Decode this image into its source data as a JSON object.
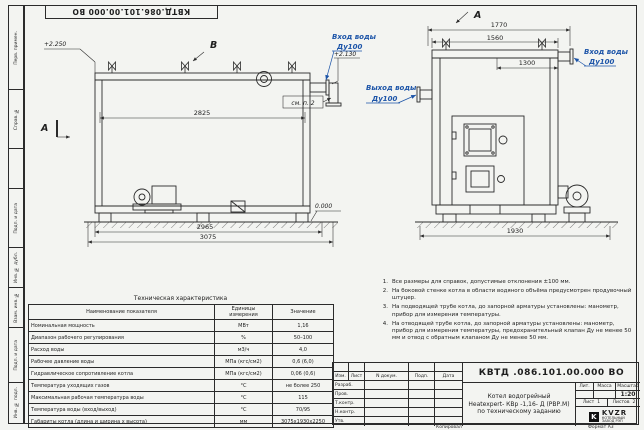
{
  "doc": {
    "number_top": "КВТД.086.101.00.000 ВО",
    "format": "Формат А3",
    "copied": "Копировал"
  },
  "frame_strip": {
    "items": [
      "Перв. примен.",
      "Справ. №",
      "",
      "Подп. и дата",
      "Инв. № дубл.",
      "Взам. инв. №",
      "Подп. и дата",
      "Инв. № подл."
    ]
  },
  "view_b": {
    "label": "В",
    "cut_label": "А",
    "see_note": "см. п. 2",
    "level_top": "+2.250",
    "level_inlet": "+2.130",
    "level_zero": "0.000",
    "inlet_line1": "Вход воды",
    "inlet_line2": "Ду100",
    "dim_inner": "2825",
    "dim_mid": "2965",
    "dim_outer": "3075"
  },
  "view_a": {
    "label": "А",
    "dim_top": "1770",
    "dim_body": "1560",
    "dim_door": "1300",
    "dim_base": "1930",
    "inlet_line1": "Вход воды",
    "inlet_line2": "Ду100",
    "outlet_line1": "Выход воды",
    "outlet_line2": "Ду100"
  },
  "notes": {
    "items": [
      {
        "num": "1.",
        "text": "Все размеры для справок, допустимые отклонения ±100 мм."
      },
      {
        "num": "2.",
        "text": "На боковой стенке котла в области водяного объёма предусмотрен продувочный штуцер."
      },
      {
        "num": "3.",
        "text": "На подводящей трубе котла, до запорной арматуры установлены: манометр, прибор для измерения температуры."
      },
      {
        "num": "4.",
        "text": "На отводящей трубе котла, до запорной арматуры установлены: манометр, прибор для измерения температуры, предохранительный клапан Ду не менее 50 мм и отвод с обратным клапаном Ду не менее 50 мм."
      }
    ]
  },
  "tech": {
    "title": "Техническая характеристика",
    "headers": [
      "Наименование показателя",
      "Единицы измерения",
      "Значение"
    ],
    "rows": [
      [
        "Номинальная мощность",
        "МВт",
        "1,16"
      ],
      [
        "Диапазон рабочего регулирования",
        "%",
        "50–100"
      ],
      [
        "Расход воды",
        "м3/ч",
        "4,0"
      ],
      [
        "Рабочее давление воды",
        "МПа (кгс/см2)",
        "0,6 (6,0)"
      ],
      [
        "Гидравлическое сопротивление котла",
        "МПа (кгс/см2)",
        "0,06 (0,6)"
      ],
      [
        "Температура уходящих газов",
        "°С",
        "не более 250"
      ],
      [
        "Максимальная рабочая температура воды",
        "°С",
        "115"
      ],
      [
        "Температура воды (вход/выход)",
        "°С",
        "70/95"
      ],
      [
        "Габариты котла (длина и ширина х высота)",
        "мм",
        "3075х1930х2250"
      ]
    ]
  },
  "title_block": {
    "doc_number": "КВТД .086.101.00.000  ВО",
    "name_line1": "Котел водогрейный",
    "name_line2": "Heatexpert- КВр -1,16- Д (РВР.М)",
    "name_line3": "по техническому заданию",
    "cols": [
      "Изм.",
      "Лист",
      "N докум.",
      "Подп.",
      "Дата"
    ],
    "roles": [
      "Разраб.",
      "Пров.",
      "Т.контр.",
      "Н.контр.",
      "Утв."
    ],
    "lit_label": "Лит.",
    "mass_label": "Масса",
    "scale_label": "Масштаб",
    "scale_value": "1:20",
    "sheet_label": "Лист",
    "sheet_value": "1",
    "sheets_label": "Листов",
    "sheets_value": "2",
    "logo_mark": "K",
    "logo_name": "KVZR",
    "logo_sub1": "КОТЕЛЬНЫЙ",
    "logo_sub2": "ЗАВОД РЭП"
  },
  "colors": {
    "line": "#2b2b2b",
    "blue": "#1c54a8",
    "paper": "#f3f4f1"
  }
}
